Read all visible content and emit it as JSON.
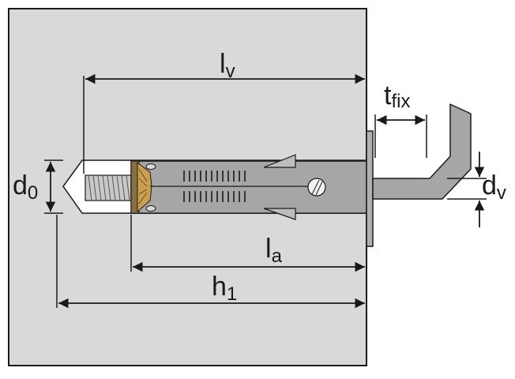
{
  "labels": {
    "lv": {
      "main": "l",
      "sub": "v"
    },
    "tfix": {
      "main": "t",
      "sub": "fix"
    },
    "d0": {
      "main": "d",
      "sub": "0"
    },
    "dv": {
      "main": "d",
      "sub": "v"
    },
    "la": {
      "main": "l",
      "sub": "a"
    },
    "h1": {
      "main": "h",
      "sub": "1"
    }
  },
  "colors": {
    "wall": "#d9d9d9",
    "anchor": "#a6a6a6",
    "screw": "#c9c9c9",
    "cone": "#c8a050",
    "line": "#1a1a1a"
  },
  "icons": {
    "dimension_arrow": "arrowhead",
    "anchor": "hook-anchor"
  }
}
